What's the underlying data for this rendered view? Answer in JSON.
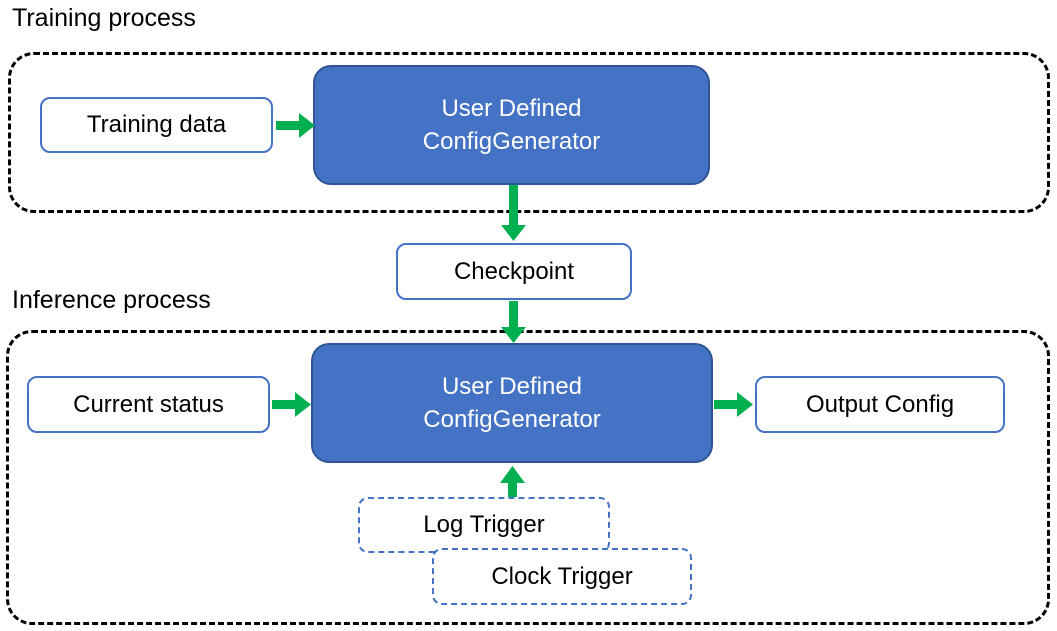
{
  "diagram": {
    "training": {
      "title": "Training process",
      "training_data_label": "Training data",
      "generator_label": "User Defined\nConfigGenerator"
    },
    "checkpoint_label": "Checkpoint",
    "inference": {
      "title": "Inference process",
      "current_status_label": "Current status",
      "generator_label": "User Defined\nConfigGenerator",
      "output_config_label": "Output Config",
      "log_trigger_label": "Log Trigger",
      "clock_trigger_label": "Clock Trigger"
    },
    "edges": [
      {
        "from": "Training data",
        "to": "User Defined ConfigGenerator (training)",
        "direction": "right"
      },
      {
        "from": "User Defined ConfigGenerator (training)",
        "to": "Checkpoint",
        "direction": "down"
      },
      {
        "from": "Checkpoint",
        "to": "User Defined ConfigGenerator (inference)",
        "direction": "down"
      },
      {
        "from": "Current status",
        "to": "User Defined ConfigGenerator (inference)",
        "direction": "right"
      },
      {
        "from": "User Defined ConfigGenerator (inference)",
        "to": "Output Config",
        "direction": "right"
      },
      {
        "from": "Log Trigger / Clock Trigger",
        "to": "User Defined ConfigGenerator (inference)",
        "direction": "up"
      }
    ],
    "colors": {
      "box_fill_blue": "#4472C4",
      "box_border_blue_dark": "#2F5597",
      "outline_blue": "#4472C4",
      "arrow_green": "#00B050",
      "container_dash_black": "#000000",
      "text_dark": "#000000",
      "text_on_blue": "#FFFFFF",
      "background": "#FFFFFF"
    }
  }
}
